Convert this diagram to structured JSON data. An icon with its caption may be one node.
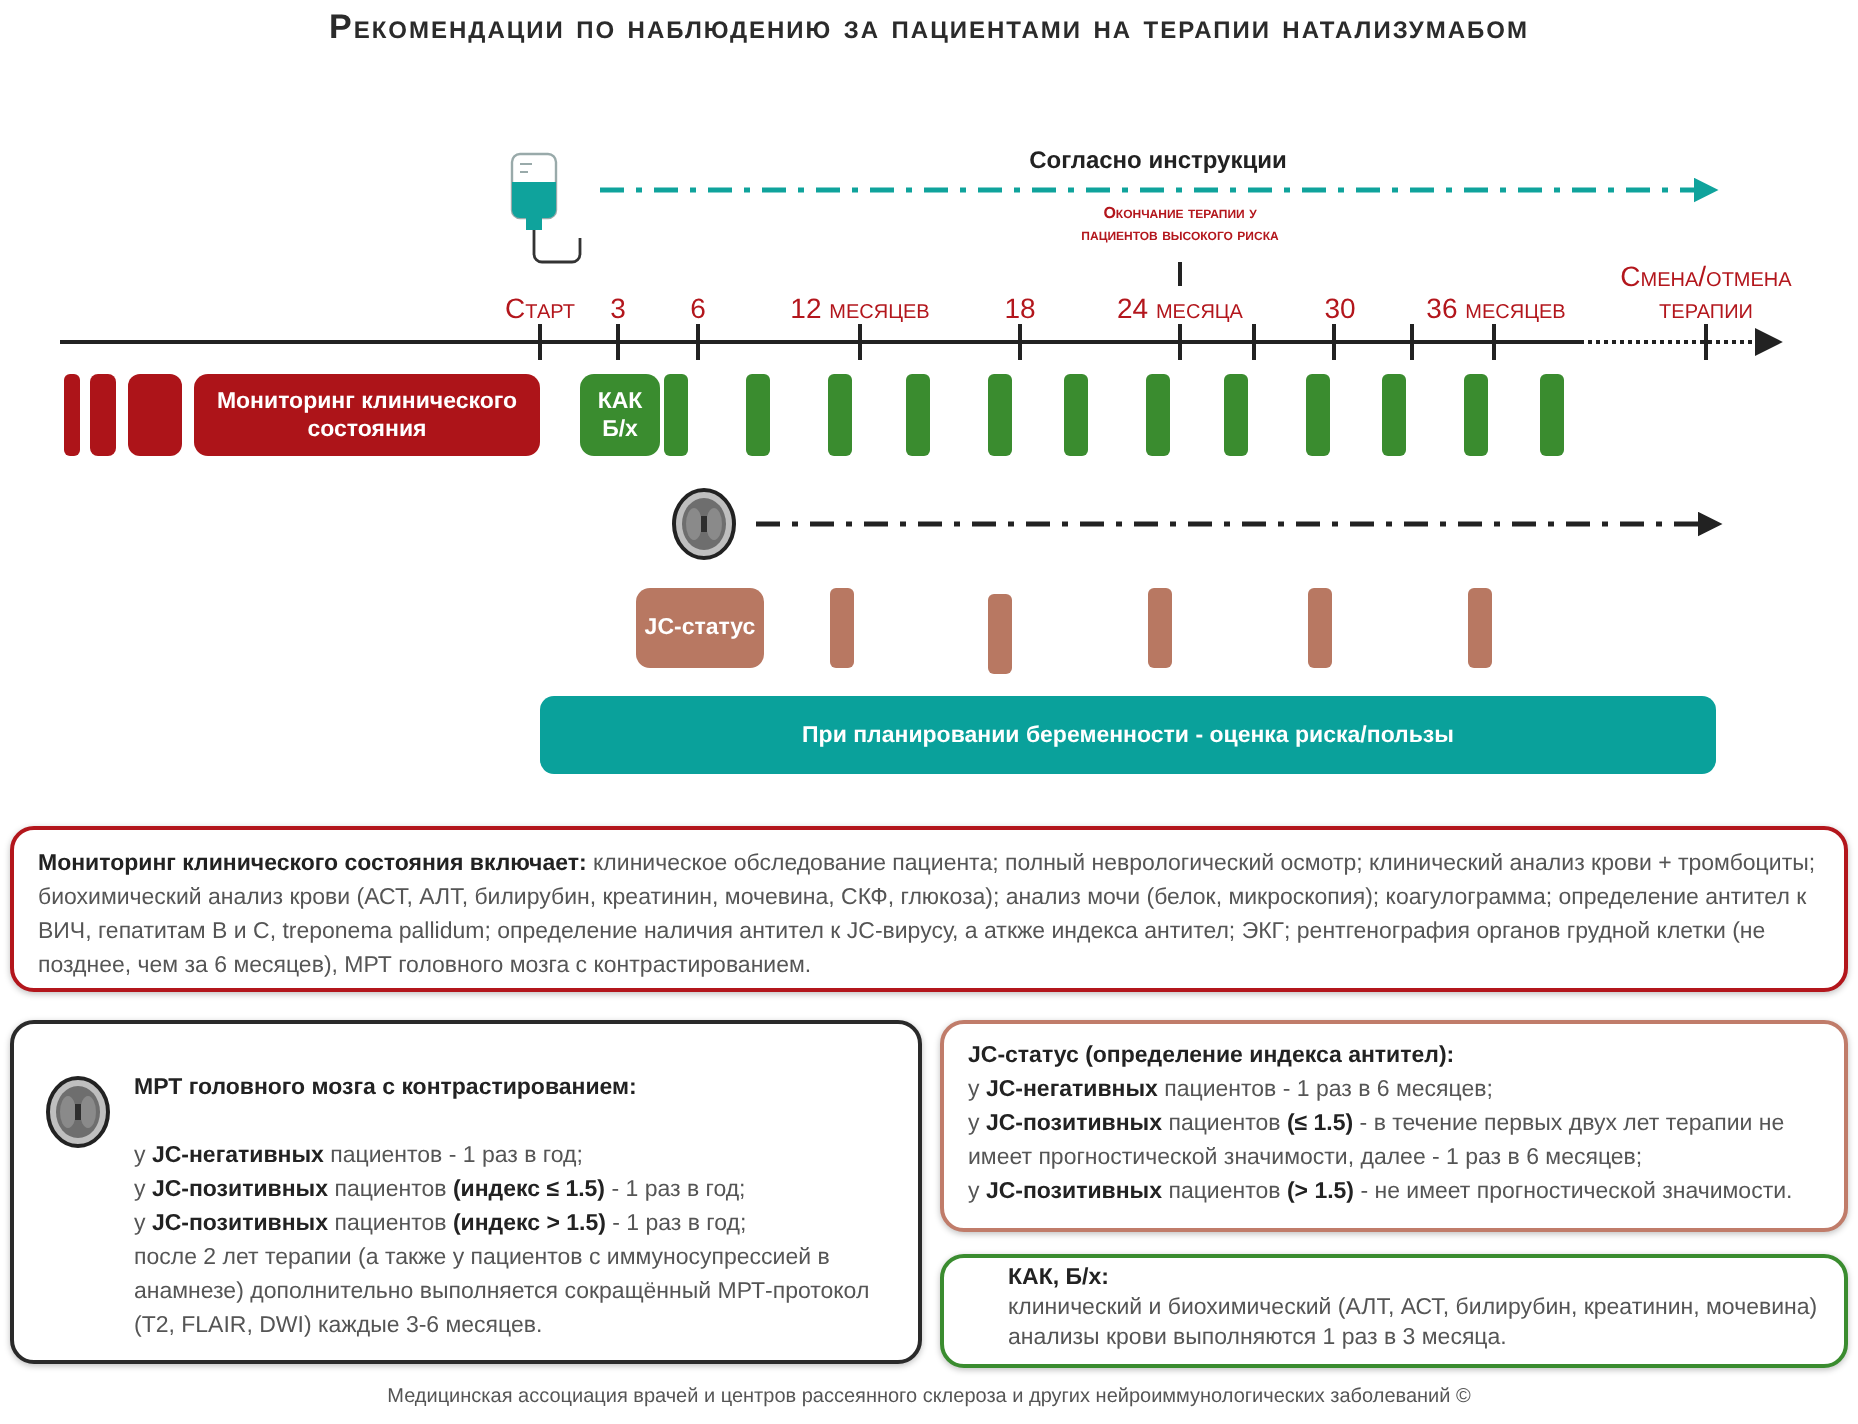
{
  "diagram": {
    "title": "Рекомендации по наблюдению за пациентами на терапии натализумабом",
    "caption": "Медицинская ассоциация врачей и центров рассеянного склероза и других нейроиммунологических заболеваний ©",
    "nodes": [
      {
        "text": [],
        "shape": "picture"
      },
      {
        "text": [],
        "shape": "bar"
      },
      {
        "text": [],
        "shape": "bar"
      },
      {
        "text": [],
        "shape": "bar"
      },
      {
        "text": [
          "Мониторинг клинического состояния"
        ]
      },
      {
        "text": [
          "КАК Б/х"
        ]
      },
      {
        "text": [],
        "shape": "bar"
      },
      {
        "text": [],
        "shape": "bar"
      },
      {
        "text": [],
        "shape": "bar"
      },
      {
        "text": [],
        "shape": "bar"
      },
      {
        "text": [],
        "shape": "bar"
      },
      {
        "text": [],
        "shape": "bar"
      },
      {
        "text": [],
        "shape": "bar"
      },
      {
        "text": [],
        "shape": "bar"
      },
      {
        "text": [],
        "shape": "bar"
      },
      {
        "text": [],
        "shape": "bar"
      },
      {
        "text": [],
        "shape": "bar"
      },
      {
        "text": [],
        "shape": "bar"
      },
      {
        "text": [],
        "shape": "picture"
      },
      {
        "text": [
          "JC-статус"
        ]
      },
      {
        "text": [],
        "shape": "bar"
      },
      {
        "text": [],
        "shape": "bar"
      },
      {
        "text": [],
        "shape": "bar"
      },
      {
        "text": [],
        "shape": "bar"
      },
      {
        "text": [],
        "shape": "bar"
      },
      {
        "text": [
          "При планировании беременности - оценка риска/пользы"
        ]
      },
      {
        "text": [
          "**Мониторинг клинического состояния включает:** клиническое обследование пациента; полный неврологический осмотр; клинический анализ крови + тромбоциты; биохимический анализ крови (АСТ, АЛТ, билирубин, креатинин, мочевина, СКФ, глюкоза); анализ мочи (белок, микроскопия); коагулограмма; определение антител к ВИЧ, гепатитам В и С, treponema pallidum; определение наличия антител к JC-вирусу, а аткже индекса антител; ЭКГ; рентгенография органов грудной клетки (не позднее, чем за 6 месяцев), МРТ головного мозга с контрастированием."
        ]
      },
      {
        "text": [
          "МРТ головного мозга с контрастированием:",
          "у **JC-негативных** пациентов - 1 раз в год;",
          "у **JC-позитивных** пациентов **(индекс ≤ 1.5)** - 1 раз в год;",
          "у **JC-позитивных** пациентов **(индекс > 1.5)** - 1 раз в год;",
          "после 2 лет терапии (а также у пациентов с иммуносупрессией в анамнезе) дополнительно выполняется сокращённый МРТ-протокол (T2, FLAIR, DWI) каждые 3-6 месяцев."
        ]
      },
      {
        "text": [
          "JC-статус (определение индекса антител):",
          "у **JC-негативных** пациентов - 1 раз в 6 месяцев;",
          "у **JC-позитивных** пациентов **(≤ 1.5)** - в течение первых двух лет терапии не имеет прогностической значимости, далее - 1 раз в 6 месяцев;",
          "у **JC-позитивных** пациентов **(> 1.5)** - не имеет прогностической значимости."
        ]
      },
      {
        "text": [
          "КАК, Б/х:",
          "клинический и биохимический (АЛТ, АСТ, билирубин, креатинин, мочевина) анализы крови выполняются 1 раз в 3 месяца."
        ]
      }
    ],
    "edges": [
      {
        "from": 0,
        "to": null,
        "arrow": "to",
        "label": "Согласно инструкции",
        "style": "dashed",
        "color": "#0fa39c"
      },
      {
        "from": 18,
        "to": null,
        "arrow": "to",
        "style": "dashed",
        "color": "#222222"
      }
    ],
    "labels": [
      "Окончание терапии у пациентов высокого риска",
      "Старт",
      "3",
      "6",
      "12 месяцев",
      "18",
      "24 месяца",
      "30",
      "36 месяцев",
      "Смена/отмена терапии"
    ]
  }
}
